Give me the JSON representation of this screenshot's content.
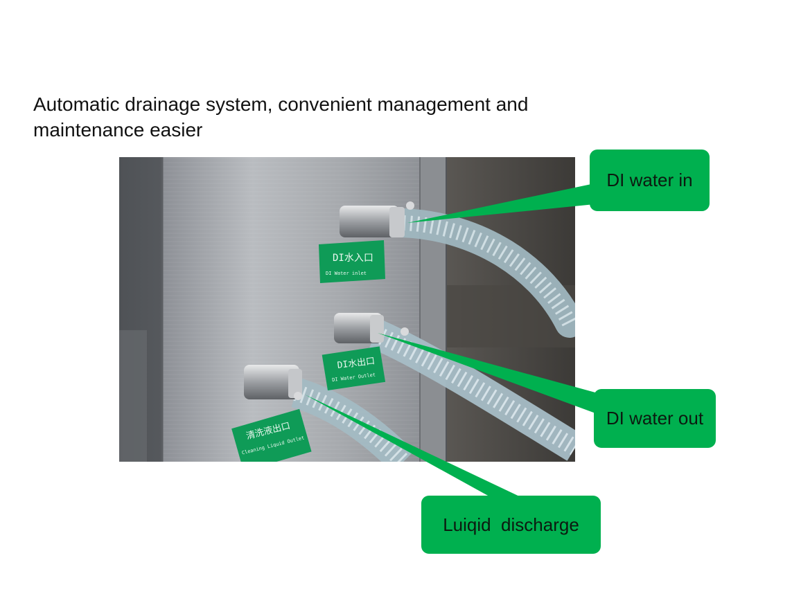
{
  "slide": {
    "title": "Automatic drainage system, convenient management and\nmaintenance easier"
  },
  "photo": {
    "plates": {
      "inlet_cn": "DI水入口",
      "inlet_en": "DI Water  inlet",
      "outlet_cn": "DI水出口",
      "outlet_en": "DI Water Outlet",
      "cleaning_cn": "清洗液出口",
      "cleaning_en": "Cleaning Liquid Outlet"
    }
  },
  "callouts": {
    "di_water_in": "DI water in",
    "di_water_out": "DI water out",
    "liquid_discharge": "Luiqid  discharge"
  },
  "colors": {
    "callout_green": "#00b04f",
    "plate_green": "#0f9b57",
    "steel": "#a8abb0"
  }
}
